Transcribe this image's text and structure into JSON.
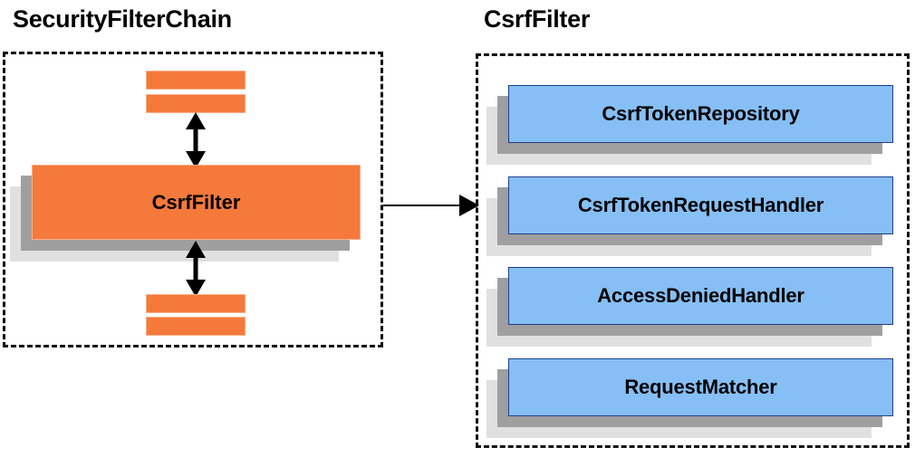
{
  "diagram": {
    "type": "component-relationship-diagram",
    "background": "#ffffff",
    "palette": {
      "orange_fill": "#F4793B",
      "orange_border": "#FAB08A",
      "blue_fill": "#86BFF5",
      "blue_border": "#1F3D8C",
      "shadow_near": "#9F9F9F",
      "shadow_far": "#E0E0E0",
      "outline": "#111111",
      "text": "#000000"
    }
  },
  "left_panel": {
    "title": "SecurityFilterChain",
    "border_style": "dashed",
    "filters_above": [
      {
        "label": "",
        "name": "filter-slice-1"
      },
      {
        "label": "",
        "name": "filter-slice-2"
      }
    ],
    "main_box": {
      "label": "CsrfFilter",
      "fill": "#F4793B"
    },
    "filters_below": [
      {
        "label": "",
        "name": "filter-slice-3"
      },
      {
        "label": "",
        "name": "filter-slice-4"
      }
    ],
    "connectors": [
      {
        "name": "arrow-up-double",
        "direction": "bidirectional",
        "orientation": "vertical"
      },
      {
        "name": "arrow-down-double",
        "direction": "bidirectional",
        "orientation": "vertical"
      }
    ]
  },
  "cross_panel_connector": {
    "name": "arrow-to-csrffilter-detail",
    "direction": "right",
    "orientation": "horizontal"
  },
  "right_panel": {
    "title": "CsrfFilter",
    "border_style": "dashed",
    "collaborators": [
      {
        "label": "CsrfTokenRepository",
        "fill": "#86BFF5"
      },
      {
        "label": "CsrfTokenRequestHandler",
        "fill": "#86BFF5"
      },
      {
        "label": "AccessDeniedHandler",
        "fill": "#86BFF5"
      },
      {
        "label": "RequestMatcher",
        "fill": "#86BFF5"
      }
    ]
  }
}
